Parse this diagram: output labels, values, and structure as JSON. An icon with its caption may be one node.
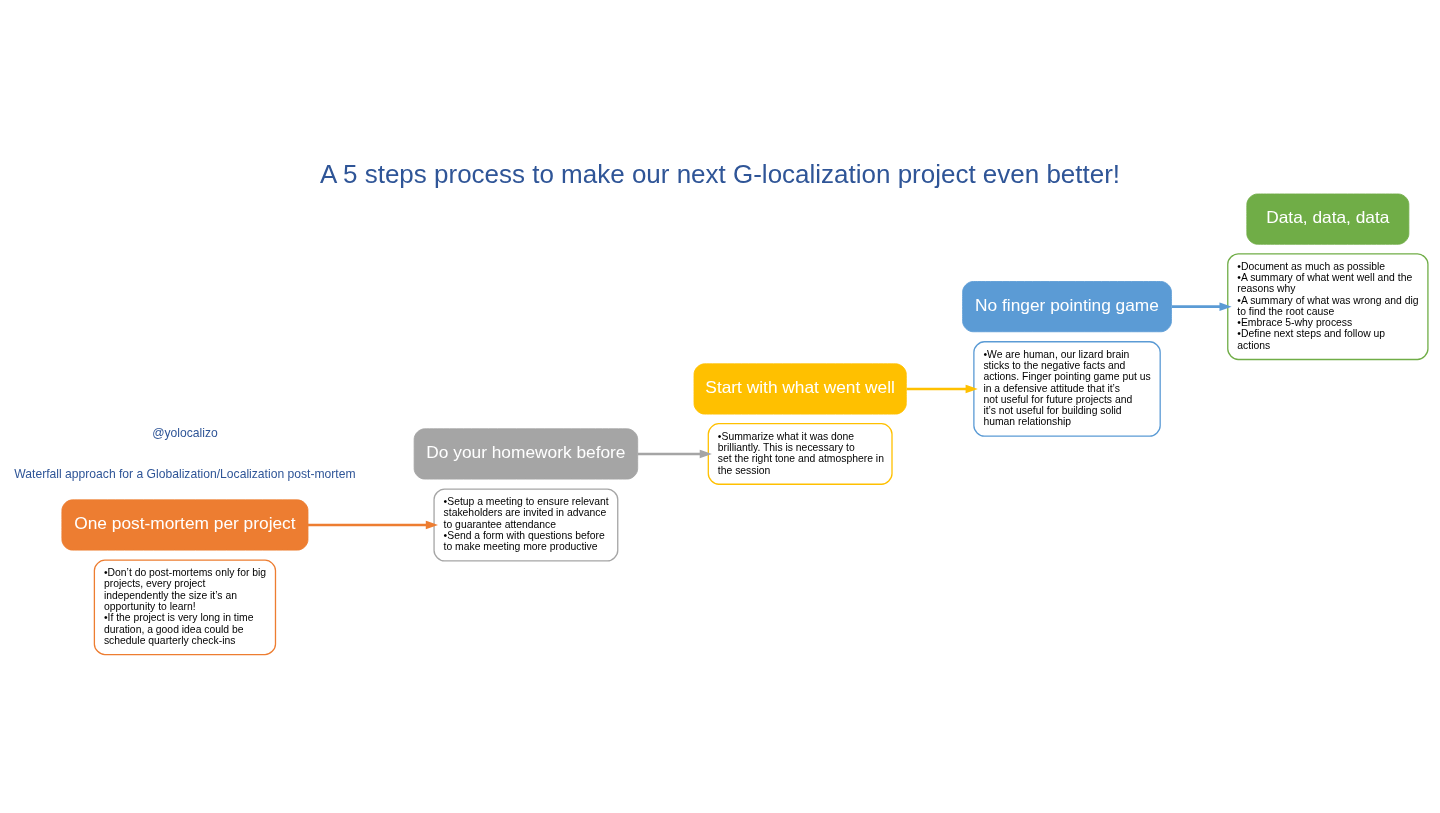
{
  "diagram": {
    "title": "A 5 steps process to make our next G-localization project even better!",
    "nodes": [
      {
        "text": [
          "•Don’t do post-mortems only for big projects, every project independently the size it’s an opportunity to learn!",
          "•If the project is very long in time duration, a good idea could be schedule quarterly check-ins"
        ]
      },
      {
        "text": [
          "One post-mortem per project"
        ]
      },
      {
        "text": [
          "Do your homework before"
        ]
      },
      {
        "text": [
          "•Setup a meeting to ensure relevant stakeholders are invited in advance to guarantee attendance",
          "•Send a form with questions before to make meeting more productive"
        ]
      },
      {
        "text": [
          "•Summarize what it was done brilliantly. This is necessary to set the right tone and atmosphere in the session"
        ]
      },
      {
        "text": [
          "Start with what went well"
        ]
      },
      {
        "text": [
          "No finger pointing game"
        ]
      },
      {
        "text": [
          "•We are human, our lizard brain sticks to the negative facts and actions. Finger pointing game put us in a defensive attitude that it’s not useful for future projects and it’s not useful for building solid human relationship"
        ]
      },
      {
        "text": [
          "•Document as much as possible",
          "•A summary of what went well and the reasons why",
          "•A summary of what was wrong and dig to find the root cause",
          "•Embrace 5-why process",
          "•Define next steps and follow up actions"
        ]
      },
      {
        "text": [
          "Data, data, data"
        ]
      }
    ],
    "edges": [
      {
        "from": 1,
        "to": 3,
        "arrow": "to",
        "color": "#ed7d31"
      },
      {
        "from": 2,
        "to": 4,
        "arrow": "to",
        "color": "#a5a5a5"
      },
      {
        "from": 5,
        "to": 7,
        "arrow": "to",
        "color": "#ffc000"
      },
      {
        "from": 6,
        "to": 8,
        "arrow": "to",
        "color": "#5b9bd5"
      }
    ],
    "labels": [
      "Waterfall approach for a Globalization/Localization post-mortem",
      "@yolocalizo"
    ]
  }
}
